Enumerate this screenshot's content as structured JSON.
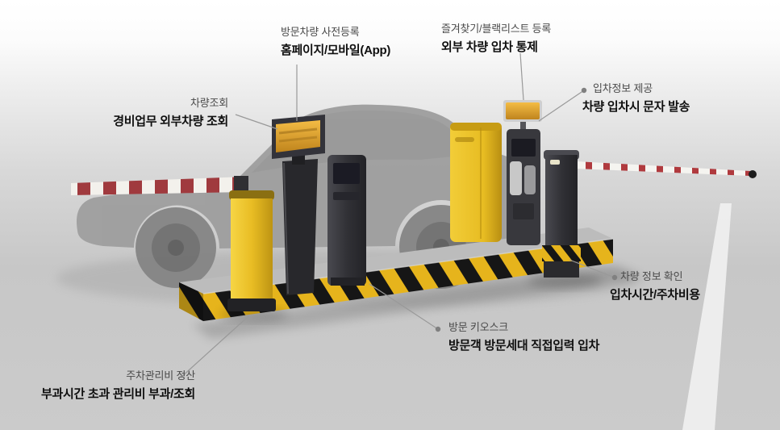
{
  "colors": {
    "barrier_yellow": "#e9bd24",
    "hazard_black": "#161616",
    "arm_red": "#a03a3e",
    "led_amber": "#d79a2b",
    "label_text": "#4a4a4a",
    "label_bold_text": "#0f0f0f"
  },
  "labels": {
    "pre_registration": {
      "light": "방문차량 사전등록",
      "bold": "홈페이지/모바일(App)"
    },
    "external_control": {
      "light": "즐겨찾기/블랙리스트 등록",
      "bold": "외부 차량 입차 통제"
    },
    "vehicle_lookup": {
      "light": "차량조회",
      "bold": "경비업무 외부차량 조회"
    },
    "entry_info": {
      "light": "입차정보 제공",
      "bold": "차량 입차시 문자 발송"
    },
    "vehicle_info_check": {
      "light": "차량 정보 확인",
      "bold": "입차시간/주차비용"
    },
    "visit_kiosk": {
      "light": "방문 키오스크",
      "bold": "방문객 방문세대 직접입력 입차"
    },
    "fee_settlement": {
      "light": "주차관리비 정산",
      "bold": "부과시간 초과 관리비 부과/조회"
    }
  }
}
